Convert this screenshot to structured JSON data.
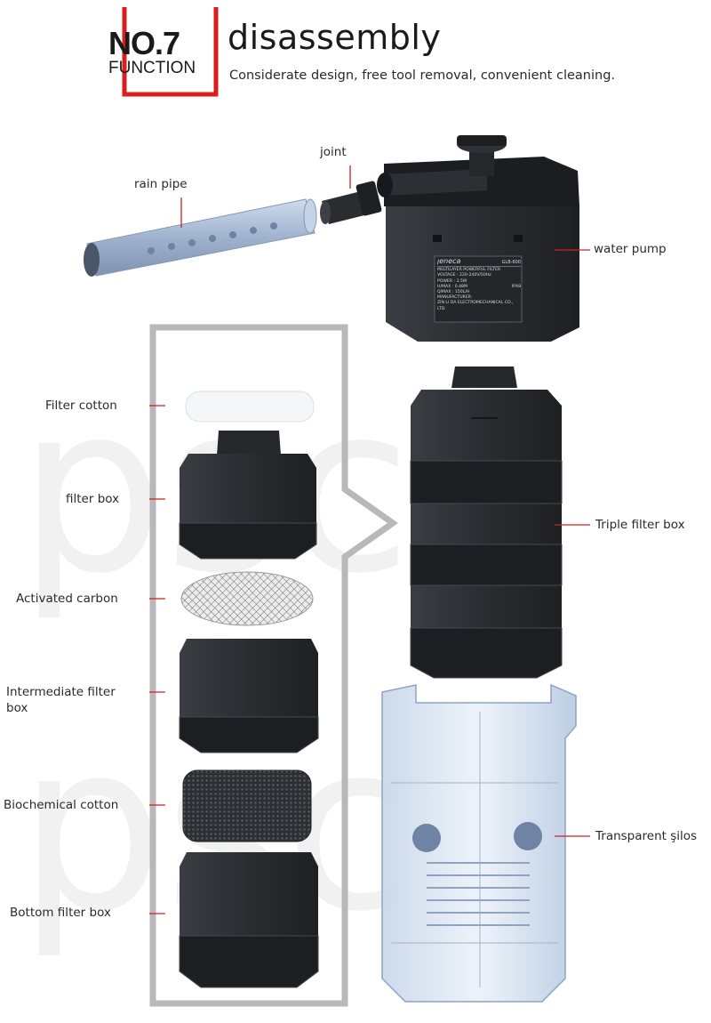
{
  "header": {
    "badge_number": "NO.7",
    "badge_label": "FUNCTION",
    "title": "disassembly",
    "subtitle": "Considerate design, free tool removal, convenient cleaning."
  },
  "pump_label": {
    "brand": "jeneca",
    "model": "GLB-600",
    "line1": "MULTILAYER POWERFUL FILTER",
    "line2": "VOLTAGE : 220-240V/50Hz",
    "line3": "POWER : 3.5W",
    "line4": "H/MAX : 0.48M",
    "line5": "Q/MAX : 150L/H",
    "ipx": "IPX8",
    "line6": "MANUFACTURER:",
    "line7": "ZIN LI DA ELECTROMECHANICAL CO., LTD."
  },
  "labels": {
    "joint": "joint",
    "rain_pipe": "rain pipe",
    "water_pump": "water pump",
    "filter_cotton": "Filter cotton",
    "filter_box": "filter box",
    "activated_carbon": "Activated carbon",
    "intermediate_filter_box": "Intermediate filter box",
    "biochemical_cotton": "Biochemical cotton",
    "bottom_filter_box": "Bottom filter box",
    "triple_filter_box": "Triple filter box",
    "transparent_silos": "Transparent şilos"
  },
  "colors": {
    "badge_red": "#d81e1e",
    "frame_gray": "#b8b8b8",
    "plastic_dark": "#2b2d31",
    "plastic_edge": "#43464c",
    "leader_line": "#d02020",
    "clear_body": "#a9bfd8",
    "pipe": "#9fb3cf"
  }
}
